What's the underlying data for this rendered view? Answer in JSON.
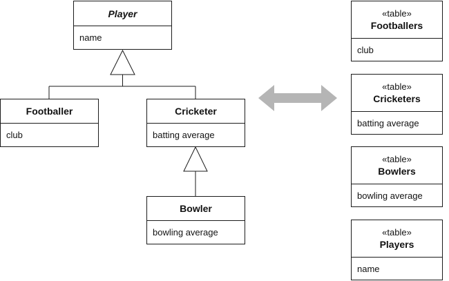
{
  "class_model": {
    "player": {
      "name": "Player",
      "attribute": "name"
    },
    "footballer": {
      "name": "Footballer",
      "attribute": "club"
    },
    "cricketer": {
      "name": "Cricketer",
      "attribute": "batting average"
    },
    "bowler": {
      "name": "Bowler",
      "attribute": "bowling average"
    }
  },
  "tables": {
    "stereotype": "«table»",
    "items": [
      {
        "name": "Footballers",
        "column": "club"
      },
      {
        "name": "Cricketers",
        "column": "batting average"
      },
      {
        "name": "Bowlers",
        "column": "bowling average"
      },
      {
        "name": "Players",
        "column": "name"
      }
    ]
  },
  "colors": {
    "line": "#1a1a1a",
    "mapping_arrow": "#b5b5b5"
  }
}
